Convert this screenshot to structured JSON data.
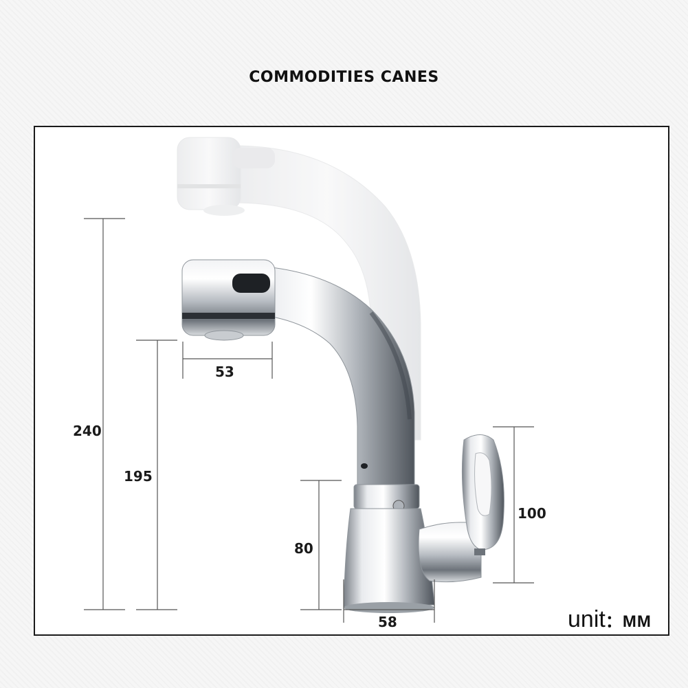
{
  "heading": "COMMODITIES CANES",
  "dimensions": {
    "total_height": "240",
    "spout_height": "195",
    "spout_width": "53",
    "body_height": "80",
    "base_width": "58",
    "handle_height": "100"
  },
  "unit": {
    "label": "unit",
    "separator": "：",
    "value": "MM"
  },
  "colors": {
    "chrome_light": "#f4f4f4",
    "chrome_mid": "#c9ccd0",
    "chrome_dark": "#4a4f55",
    "line": "#555555"
  }
}
